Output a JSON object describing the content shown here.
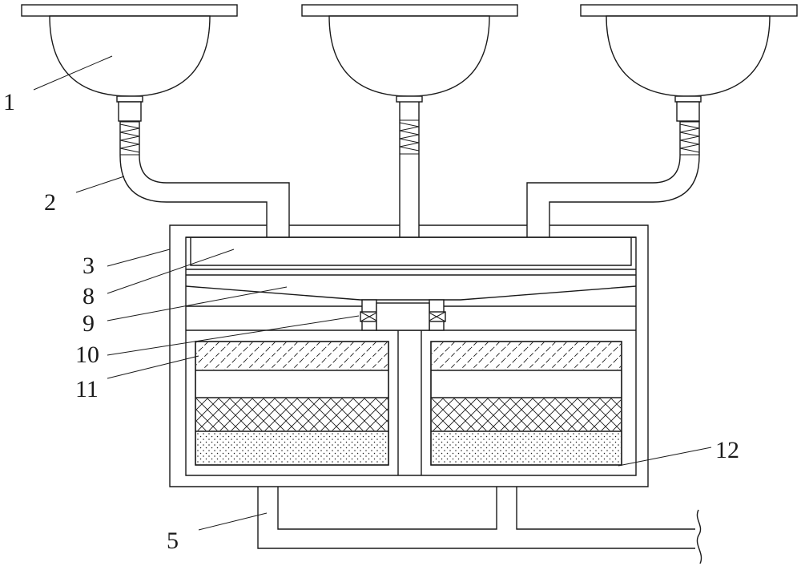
{
  "labels": {
    "l1": "1",
    "l2": "2",
    "l3": "3",
    "l8": "8",
    "l9": "9",
    "l10": "10",
    "l11": "11",
    "l12": "12",
    "l5": "5"
  },
  "colors": {
    "line": "#1a1a1a",
    "background": "#ffffff"
  }
}
